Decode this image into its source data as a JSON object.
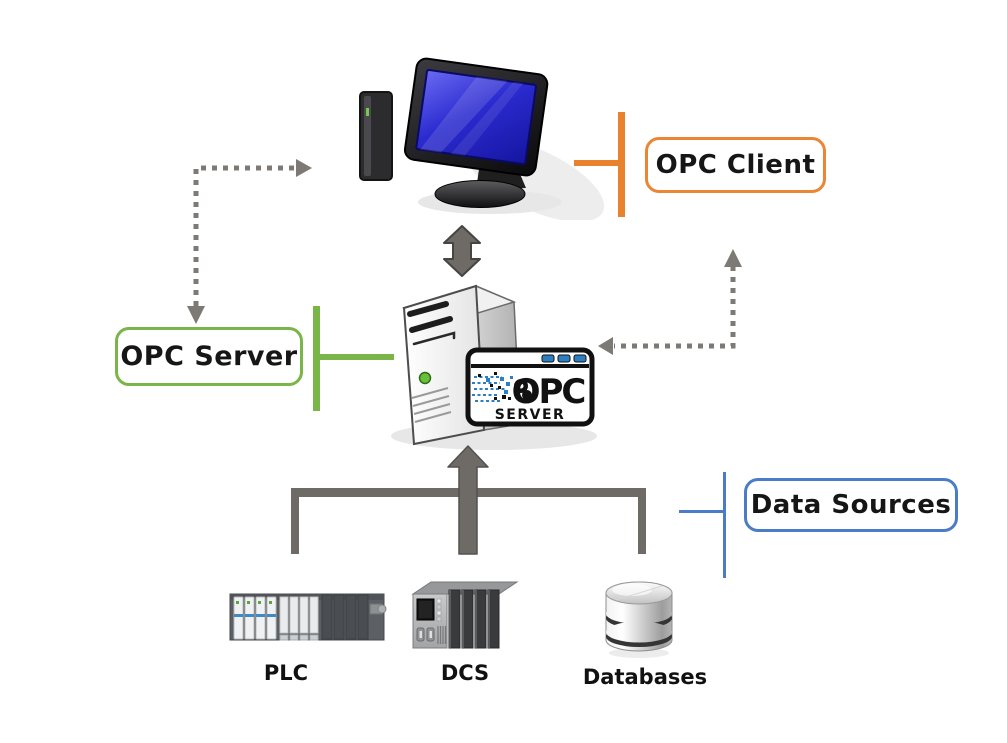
{
  "diagram": {
    "boxes": {
      "opc_client": "OPC Client",
      "opc_server": "OPC Server",
      "data_sources": "Data Sources"
    },
    "badge": {
      "title": "OPC",
      "subtitle": "SERVER"
    },
    "devices": [
      {
        "label": "PLC"
      },
      {
        "label": "DCS"
      },
      {
        "label": "Databases"
      }
    ],
    "colors": {
      "client_accent": "#EA8634",
      "server_accent": "#7AB54A",
      "data_sources_accent": "#4A7CC7",
      "connector_gray": "#6E6A66",
      "dotted_gray": "#7D7974",
      "badge_blue": "#2E7FC1",
      "screen_blue": "#2B2BCB"
    }
  }
}
